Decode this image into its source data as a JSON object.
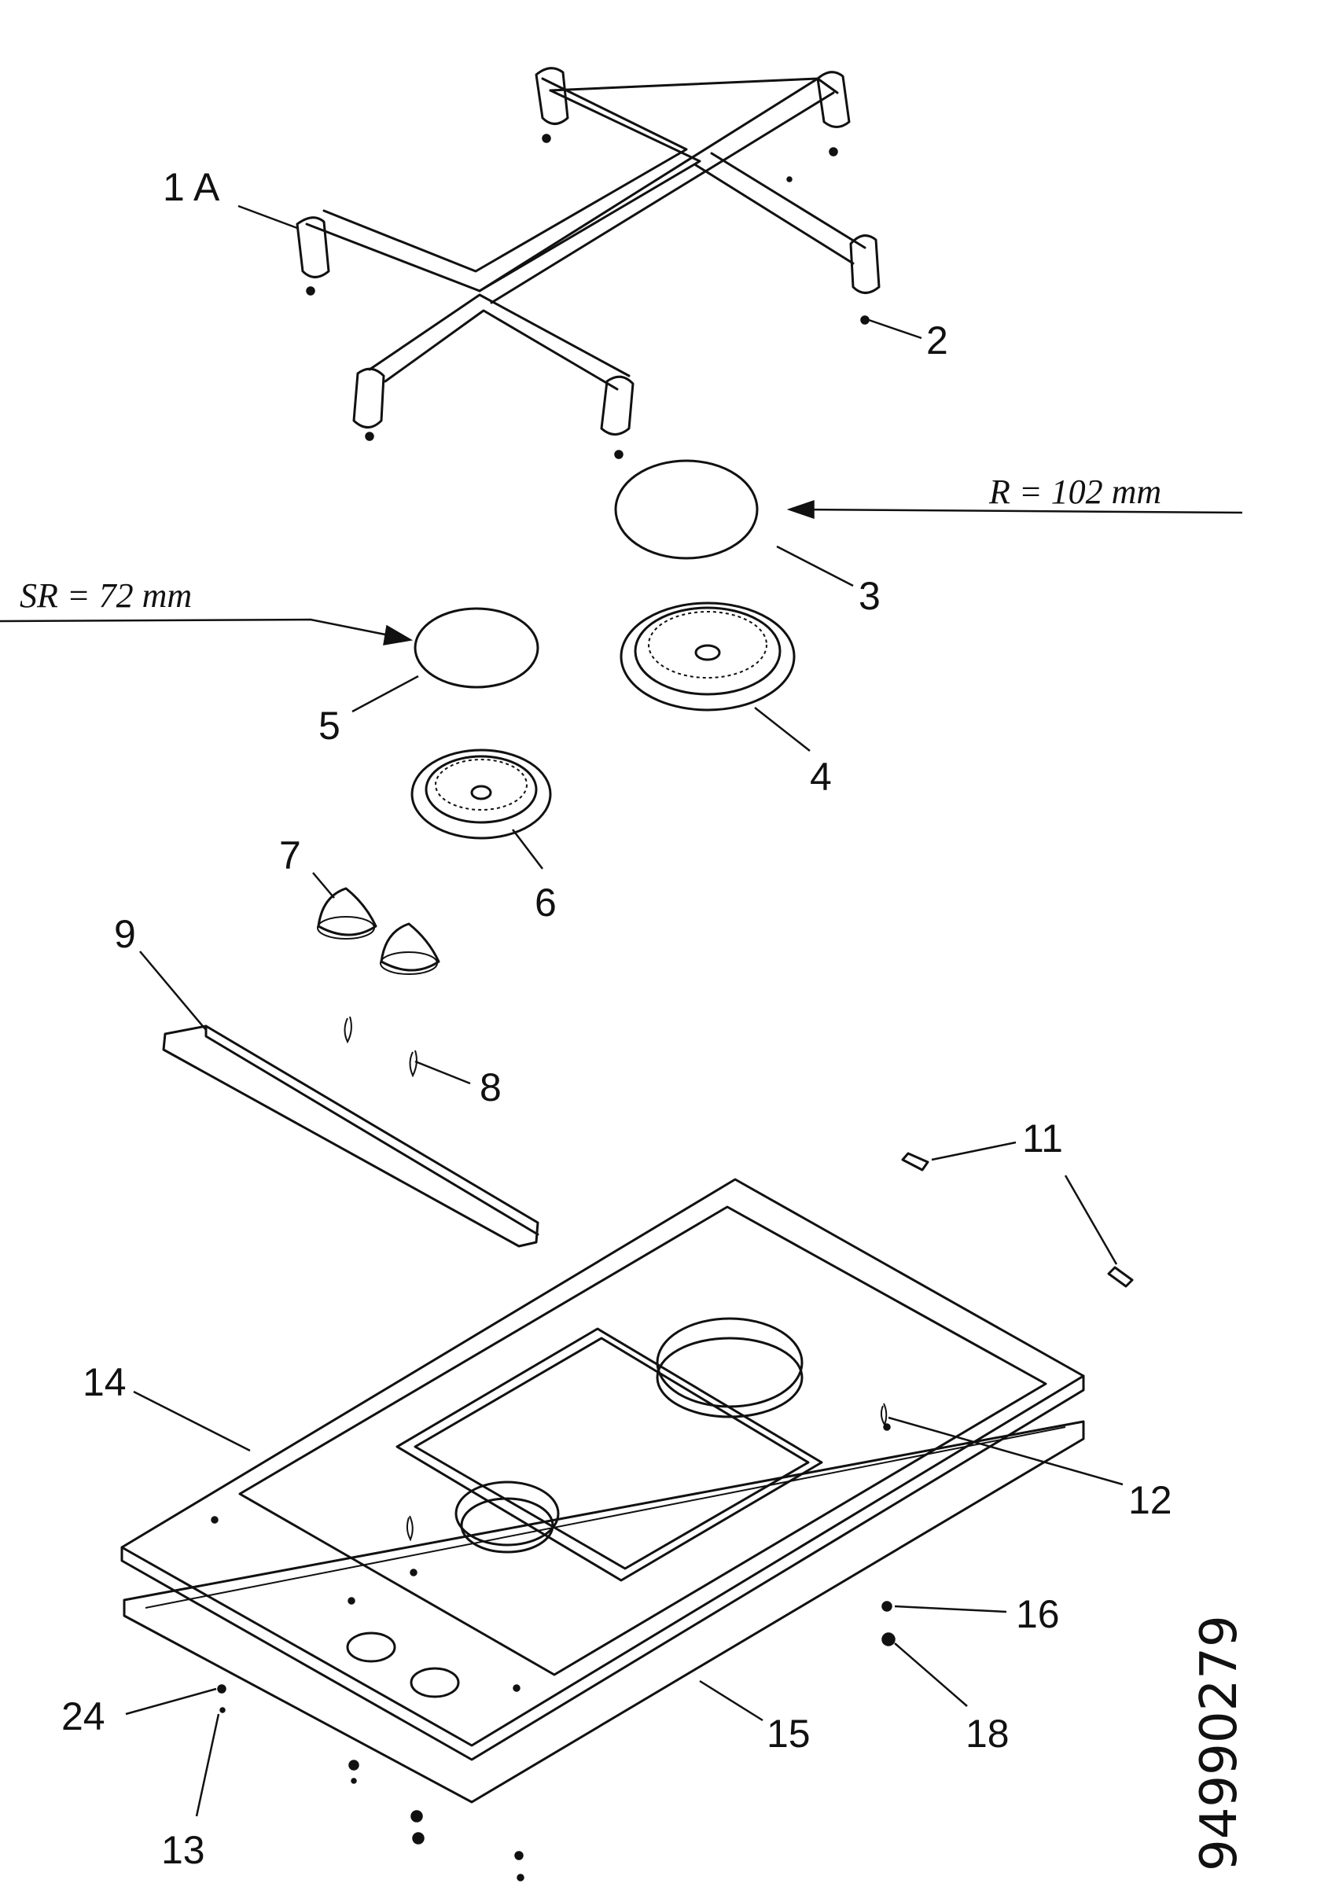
{
  "callouts": {
    "c1A": "1 A",
    "c2": "2",
    "c3": "3",
    "c4": "4",
    "c5": "5",
    "c6": "6",
    "c7": "7",
    "c8": "8",
    "c9": "9",
    "c11": "11",
    "c12": "12",
    "c13": "13",
    "c14": "14",
    "c15": "15",
    "c16": "16",
    "c18": "18",
    "c24": "24"
  },
  "dimensions": {
    "rapid_burner_radius": "R  =  102 mm",
    "semi_rapid_burner_radius": "SR  =  72 mm"
  },
  "document_number": "94990279",
  "colors": {
    "ink": "#111111",
    "paper": "#ffffff"
  }
}
